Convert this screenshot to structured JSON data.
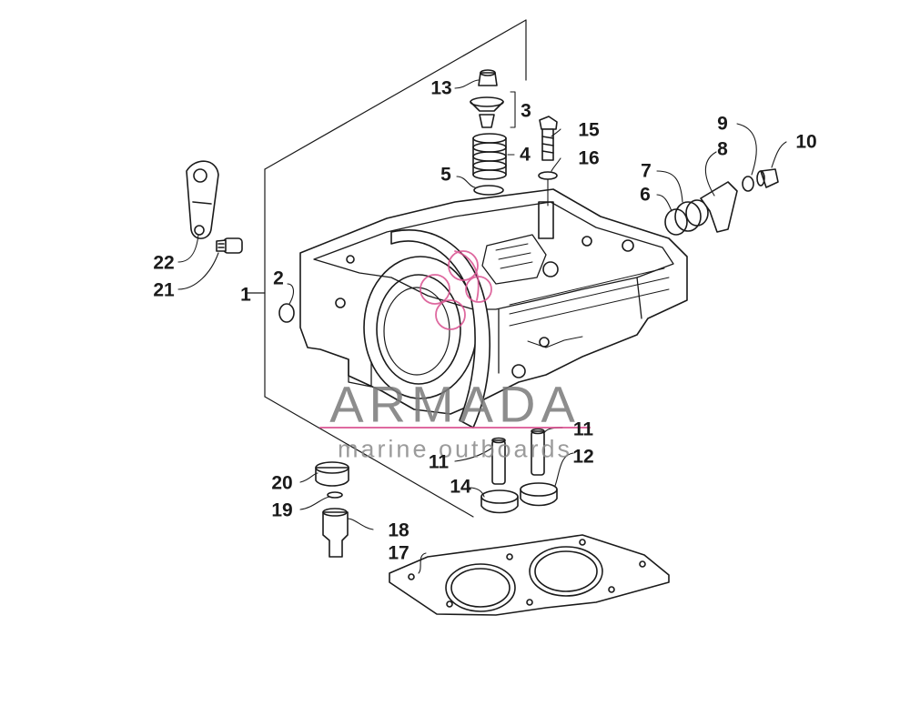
{
  "diagram": {
    "callouts": [
      {
        "id": "c1",
        "label": "1"
      },
      {
        "id": "c2",
        "label": "2"
      },
      {
        "id": "c3",
        "label": "3"
      },
      {
        "id": "c4",
        "label": "4"
      },
      {
        "id": "c5",
        "label": "5"
      },
      {
        "id": "c6",
        "label": "6"
      },
      {
        "id": "c7",
        "label": "7"
      },
      {
        "id": "c8",
        "label": "8"
      },
      {
        "id": "c9",
        "label": "9"
      },
      {
        "id": "c10",
        "label": "10"
      },
      {
        "id": "c11a",
        "label": "11"
      },
      {
        "id": "c11b",
        "label": "11"
      },
      {
        "id": "c12",
        "label": "12"
      },
      {
        "id": "c13",
        "label": "13"
      },
      {
        "id": "c14",
        "label": "14"
      },
      {
        "id": "c15",
        "label": "15"
      },
      {
        "id": "c16",
        "label": "16"
      },
      {
        "id": "c17",
        "label": "17"
      },
      {
        "id": "c18",
        "label": "18"
      },
      {
        "id": "c19",
        "label": "19"
      },
      {
        "id": "c20",
        "label": "20"
      },
      {
        "id": "c21",
        "label": "21"
      },
      {
        "id": "c22",
        "label": "22"
      }
    ]
  },
  "watermark": {
    "brand": "ARMADA",
    "tagline": "marine outboards",
    "accent_color": "#d9508f"
  }
}
